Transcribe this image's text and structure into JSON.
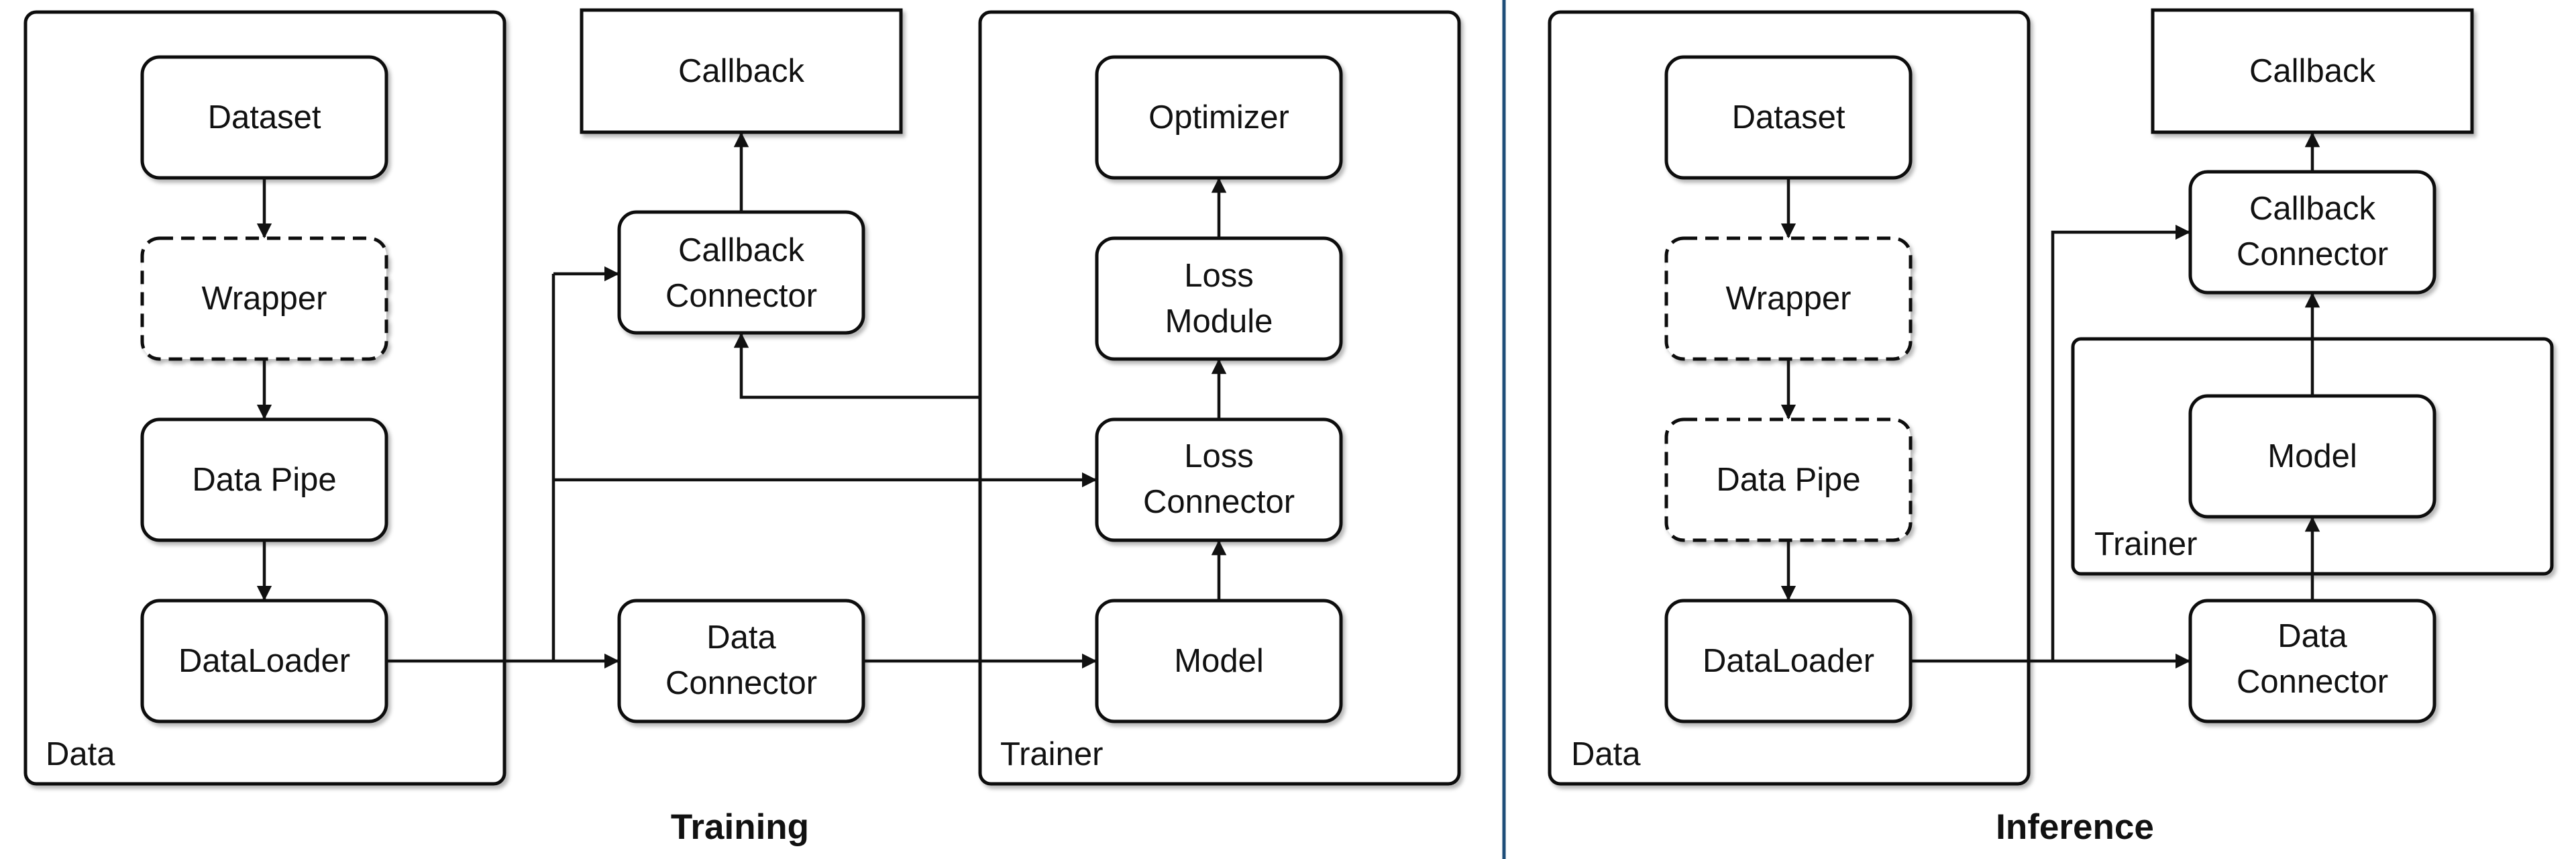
{
  "training": {
    "title": "Training",
    "data_group_label": "Data",
    "trainer_group_label": "Trainer",
    "nodes": {
      "dataset": "Dataset",
      "wrapper": "Wrapper",
      "data_pipe": "Data Pipe",
      "dataloader": "DataLoader",
      "callback": "Callback",
      "callback_connector": [
        "Callback",
        "Connector"
      ],
      "data_connector": [
        "Data",
        "Connector"
      ],
      "optimizer": "Optimizer",
      "loss_module": [
        "Loss",
        "Module"
      ],
      "loss_connector": [
        "Loss",
        "Connector"
      ],
      "model": "Model"
    }
  },
  "inference": {
    "title": "Inference",
    "data_group_label": "Data",
    "trainer_group_label": "Trainer",
    "nodes": {
      "dataset": "Dataset",
      "wrapper": "Wrapper",
      "data_pipe": "Data Pipe",
      "dataloader": "DataLoader",
      "callback": "Callback",
      "callback_connector": [
        "Callback",
        "Connector"
      ],
      "model": "Model",
      "data_connector": [
        "Data",
        "Connector"
      ]
    }
  },
  "colors": {
    "stroke": "#111111",
    "divider": "#1f4e79",
    "background": "#ffffff"
  }
}
